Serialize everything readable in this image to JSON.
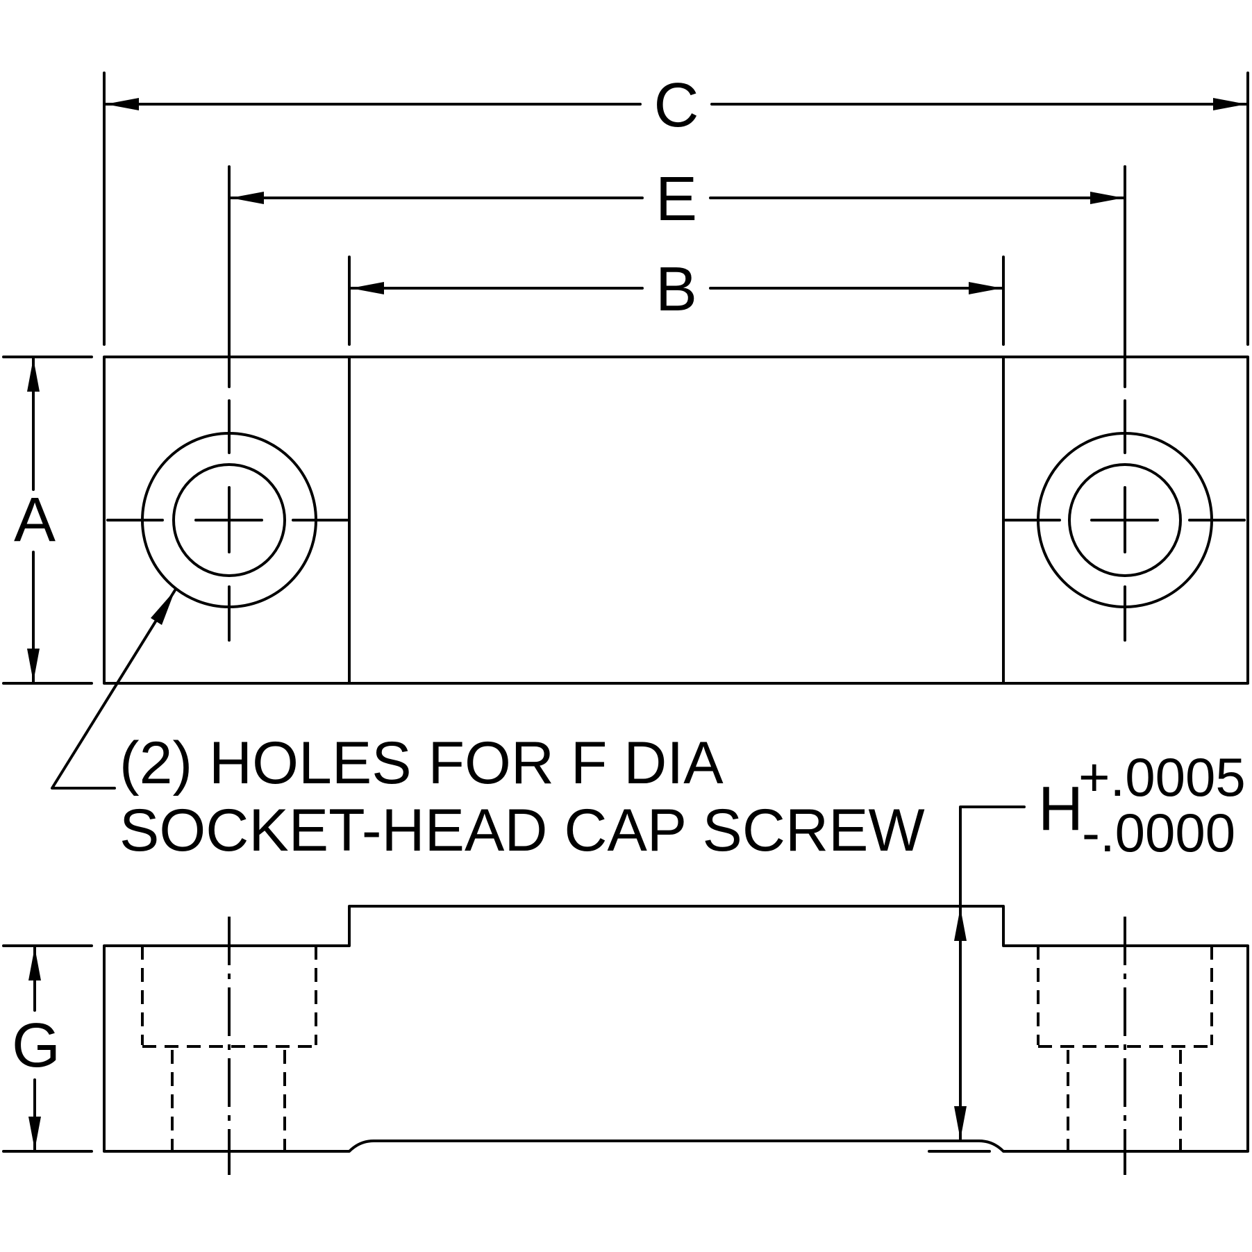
{
  "dimensions": {
    "a": "A",
    "b": "B",
    "c": "C",
    "e": "E",
    "g": "G",
    "h": "H"
  },
  "tolerance": {
    "plus": "+.0005",
    "minus": "-.0000"
  },
  "note": {
    "line1": "(2) HOLES FOR F DIA",
    "line2": "SOCKET-HEAD CAP SCREW"
  }
}
